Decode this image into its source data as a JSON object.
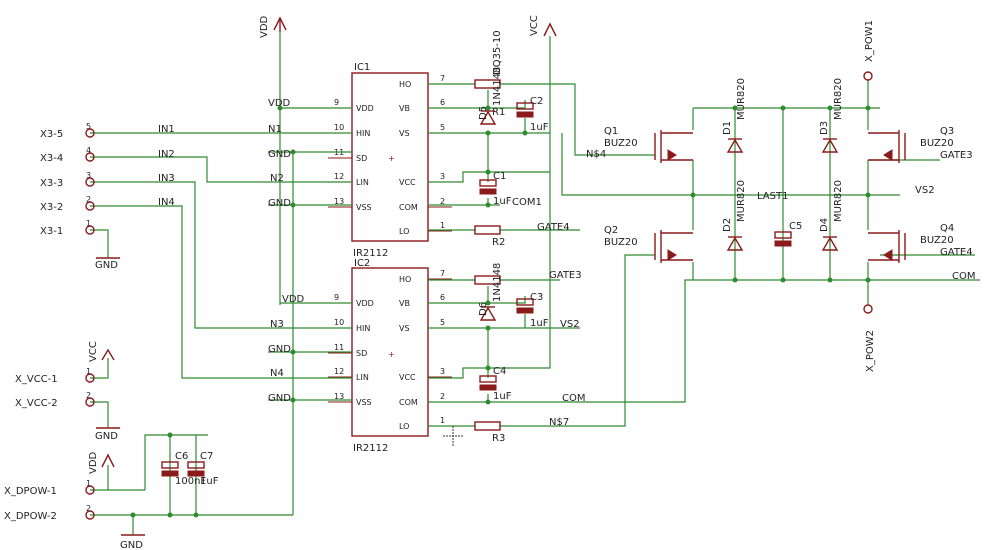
{
  "colors": {
    "wire": "#2e8b2e",
    "symbol": "#8b1a1a",
    "text": "#222222",
    "background": "#ffffff"
  },
  "ic1": {
    "name": "IC1",
    "part": "IR2112",
    "left": [
      "VDD",
      "HIN",
      "SD",
      "LIN",
      "VSS"
    ],
    "left_nums": [
      "9",
      "10",
      "11",
      "12",
      "13"
    ],
    "right": [
      "HO",
      "VB",
      "VS",
      "VCC",
      "COM",
      "LO"
    ],
    "right_nums": [
      "7",
      "6",
      "5",
      "3",
      "2",
      "1"
    ]
  },
  "ic2": {
    "name": "IC2",
    "part": "IR2112",
    "left": [
      "VDD",
      "HIN",
      "SD",
      "LIN",
      "VSS"
    ],
    "left_nums": [
      "9",
      "10",
      "11",
      "12",
      "13"
    ],
    "right": [
      "HO",
      "VB",
      "VS",
      "VCC",
      "COM",
      "LO"
    ],
    "right_nums": [
      "7",
      "6",
      "5",
      "3",
      "2",
      "1"
    ]
  },
  "conn_x3": {
    "pins": [
      "X3-5",
      "X3-4",
      "X3-3",
      "X3-2",
      "X3-1"
    ],
    "nums": [
      "5",
      "4",
      "3",
      "2",
      "1"
    ]
  },
  "conn_vcc": {
    "pins": [
      "X_VCC-1",
      "X_VCC-2"
    ],
    "nums": [
      "1",
      "2"
    ]
  },
  "conn_dpow": {
    "pins": [
      "X_DPOW-1",
      "X_DPOW-2"
    ],
    "nums": [
      "1",
      "2"
    ]
  },
  "nets": {
    "in1": "IN1",
    "in2": "IN2",
    "in3": "IN3",
    "in4": "IN4",
    "n1": "N1",
    "n2": "N2",
    "n3": "N3",
    "n4": "N4",
    "gnd": "GND",
    "vdd": "VDD",
    "vcc": "VCC",
    "com": "COM",
    "com1": "COM1",
    "vs2": "VS2",
    "gate3": "GATE3",
    "gate4": "GATE4",
    "ns4": "N$4",
    "ns7": "N$7",
    "load": "LAST1",
    "x_pow1": "X_POW1",
    "x_pow2": "X_POW2"
  },
  "parts": {
    "r1": "R1",
    "r2": "R2",
    "r3": "R3",
    "c1": "C1",
    "c2": "C2",
    "c3": "C3",
    "c4": "C4",
    "c5": "C5",
    "c6": "C6",
    "c7": "C7",
    "d1": "D1",
    "d2": "D2",
    "d3": "D3",
    "d4": "D4",
    "d5": "D5",
    "d6": "D6",
    "q1": "Q1",
    "q2": "Q2",
    "q3": "Q3",
    "q4": "Q4",
    "buz": "BUZ20",
    "mur": "MUR820",
    "dq": "DQ35-10",
    "n4148": "1N4148",
    "uf1": "1uF",
    "nf100": "100nF",
    "uf1b": "1uF"
  },
  "pin_nums": {
    "n1": "1",
    "n2": "2",
    "n3": "3",
    "n5": "5",
    "n6": "6",
    "n7": "7"
  }
}
